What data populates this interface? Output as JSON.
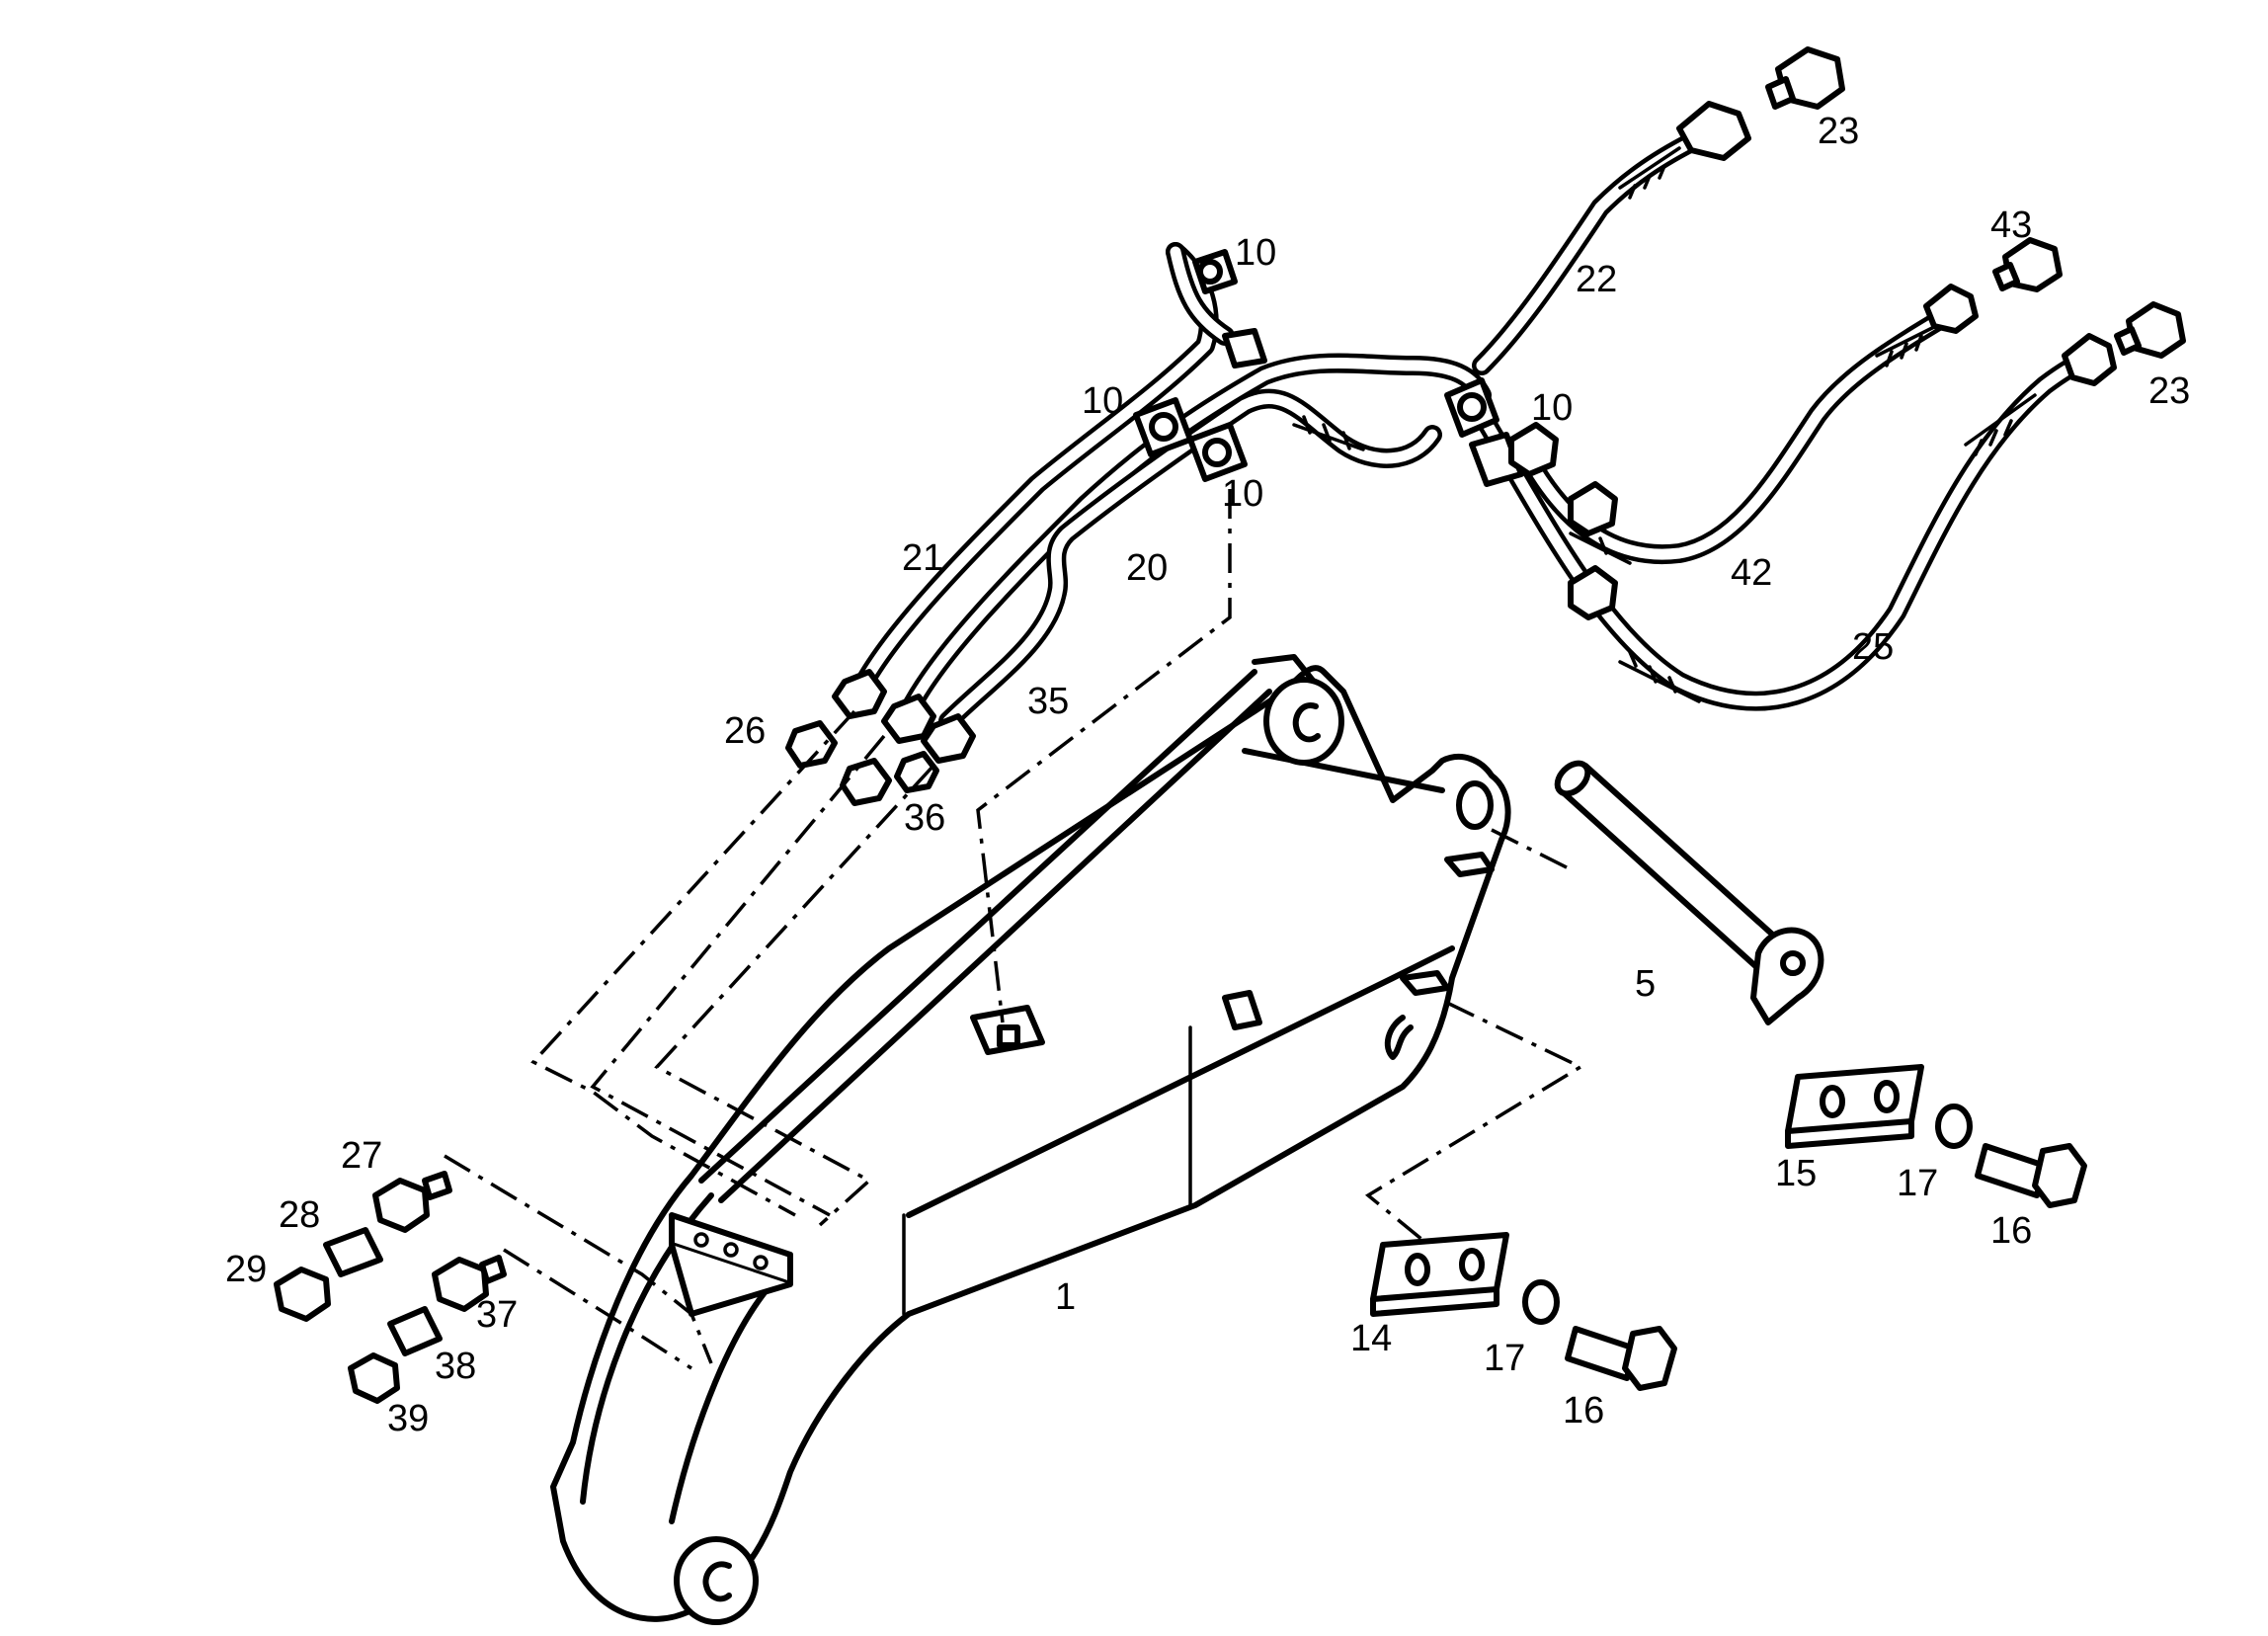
{
  "callouts": [
    {
      "id": "c1",
      "label": "1"
    },
    {
      "id": "c5",
      "label": "5"
    },
    {
      "id": "c10a",
      "label": "10"
    },
    {
      "id": "c10b",
      "label": "10"
    },
    {
      "id": "c10c",
      "label": "10"
    },
    {
      "id": "c10d",
      "label": "10"
    },
    {
      "id": "c14",
      "label": "14"
    },
    {
      "id": "c15",
      "label": "15"
    },
    {
      "id": "c16a",
      "label": "16"
    },
    {
      "id": "c16b",
      "label": "16"
    },
    {
      "id": "c17a",
      "label": "17"
    },
    {
      "id": "c17b",
      "label": "17"
    },
    {
      "id": "c20",
      "label": "20"
    },
    {
      "id": "c21",
      "label": "21"
    },
    {
      "id": "c22",
      "label": "22"
    },
    {
      "id": "c23a",
      "label": "23"
    },
    {
      "id": "c23b",
      "label": "23"
    },
    {
      "id": "c25",
      "label": "25"
    },
    {
      "id": "c26",
      "label": "26"
    },
    {
      "id": "c27",
      "label": "27"
    },
    {
      "id": "c28",
      "label": "28"
    },
    {
      "id": "c29",
      "label": "29"
    },
    {
      "id": "c35",
      "label": "35"
    },
    {
      "id": "c36",
      "label": "36"
    },
    {
      "id": "c37",
      "label": "37"
    },
    {
      "id": "c38",
      "label": "38"
    },
    {
      "id": "c39",
      "label": "39"
    },
    {
      "id": "c42",
      "label": "42"
    },
    {
      "id": "c43",
      "label": "43"
    }
  ]
}
